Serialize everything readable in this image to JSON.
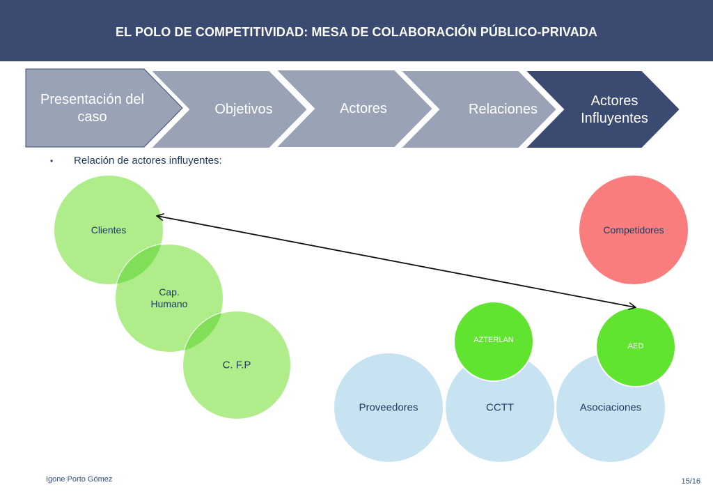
{
  "title": "EL POLO DE COMPETITIVIDAD: MESA DE COLABORACIÓN PÚBLICO-PRIVADA",
  "steps": [
    {
      "line1": "Presentación del",
      "line2": "caso"
    },
    {
      "line1": "Objetivos",
      "line2": ""
    },
    {
      "line1": "Actores",
      "line2": ""
    },
    {
      "line1": "Relaciones",
      "line2": ""
    },
    {
      "line1": "Actores",
      "line2": "Influyentes"
    }
  ],
  "bullet": "Relación de actores influyentes:",
  "nodes": {
    "clientes": "Clientes",
    "cap_humano_1": "Cap.",
    "cap_humano_2": "Humano",
    "cfp": "C. F.P",
    "competidores": "Competidores",
    "proveedores": "Proveedores",
    "cctt": "CCTT",
    "asociaciones": "Asociaciones",
    "azterlan": "AZTERLAN",
    "aed": "AED"
  },
  "colors": {
    "header": "#3b4a70",
    "step_inactive": "#9aa3b6",
    "step_active": "#3b4a70",
    "green_light": "#aeed8a",
    "green_bright": "#60e430",
    "blue_light": "#c7e3f1",
    "red": "#fa7d7d"
  },
  "footer": {
    "author": "Igone Porto Gómez",
    "page": "15/16"
  }
}
